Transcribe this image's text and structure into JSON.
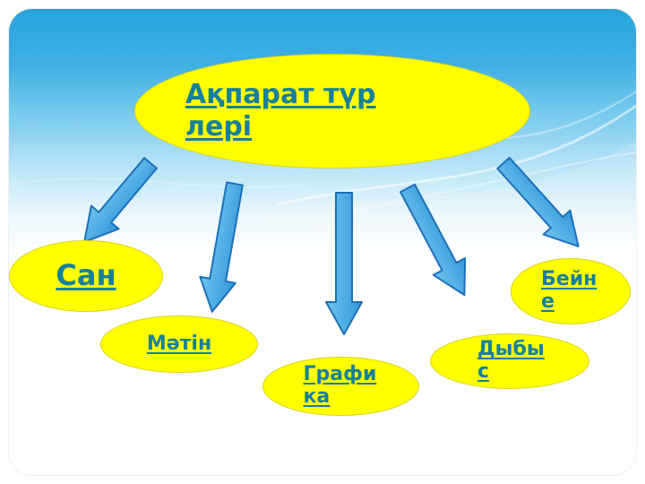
{
  "slide": {
    "title": "Ақпарат түр лері",
    "nodes": [
      {
        "id": "san",
        "label": "Сан"
      },
      {
        "id": "matin",
        "label": "Мәтін"
      },
      {
        "id": "grafika",
        "label": "Графи ка"
      },
      {
        "id": "dybys",
        "label": "Дыбы с"
      },
      {
        "id": "beine",
        "label": "Бейн е"
      }
    ],
    "edges": [
      {
        "from": "title",
        "to": "san"
      },
      {
        "from": "title",
        "to": "matin"
      },
      {
        "from": "title",
        "to": "grafika"
      },
      {
        "from": "title",
        "to": "dybys"
      },
      {
        "from": "title",
        "to": "beine"
      }
    ],
    "colors": {
      "ellipse_fill": "#FFFF00",
      "label_text": "#17809A",
      "arrow_fill_light": "#6FC4F0",
      "arrow_fill_dark": "#3397D8",
      "arrow_outline": "#1D6FB8",
      "sky_blue": "#27A3DC"
    }
  }
}
